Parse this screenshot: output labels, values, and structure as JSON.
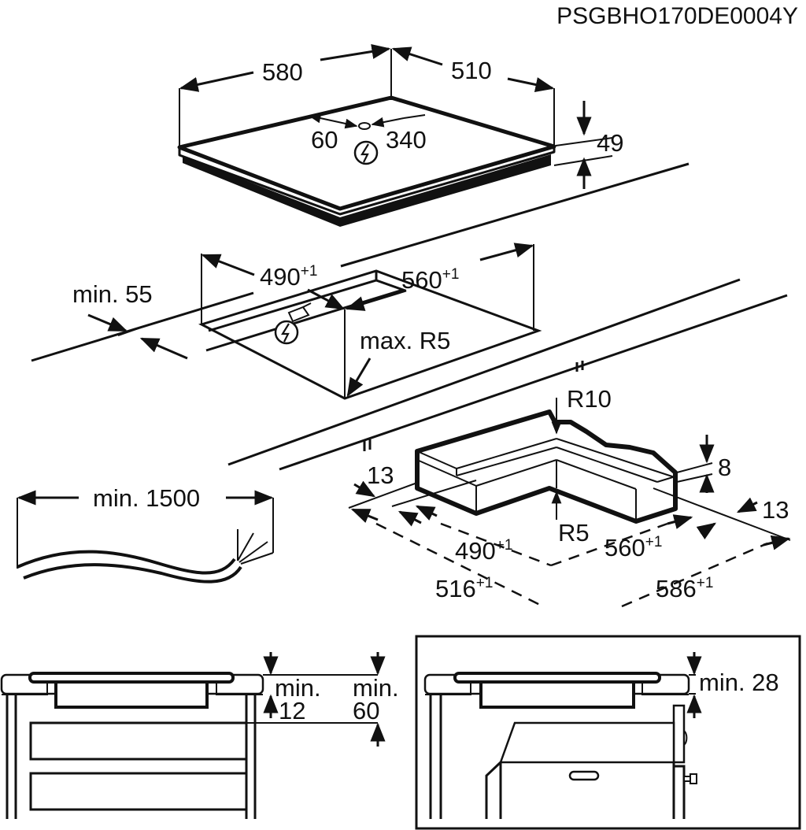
{
  "document_code": "PSGBHO170DE0004Y",
  "colors": {
    "ink": "#111111",
    "background": "#ffffff"
  },
  "hob": {
    "width": "580",
    "depth": "510",
    "height": "49",
    "connector_offset_left": "60",
    "connector_offset_right": "340",
    "icon": "electric-hazard-icon"
  },
  "cutout": {
    "width": "490",
    "width_tol": "+1",
    "depth": "560",
    "depth_tol": "+1",
    "edge_clearance": "min. 55",
    "corner_radius": "max. R5",
    "icon": "electric-hazard-icon"
  },
  "flush_cutout": {
    "radius_top": "R10",
    "radius_bottom": "R5",
    "step_depth": "8",
    "step_width_left": "13",
    "step_width_right": "13",
    "inner_width": "490",
    "inner_width_tol": "+1",
    "inner_depth": "560",
    "inner_depth_tol": "+1",
    "outer_width": "516",
    "outer_width_tol": "+1",
    "outer_depth": "586",
    "outer_depth_tol": "+1"
  },
  "cable": {
    "length": "min. 1500"
  },
  "section_drawer": {
    "gap_label": "min.",
    "gap_value": "12",
    "clearance_label": "min.",
    "clearance_value": "60"
  },
  "section_oven": {
    "clearance": "min. 28"
  }
}
